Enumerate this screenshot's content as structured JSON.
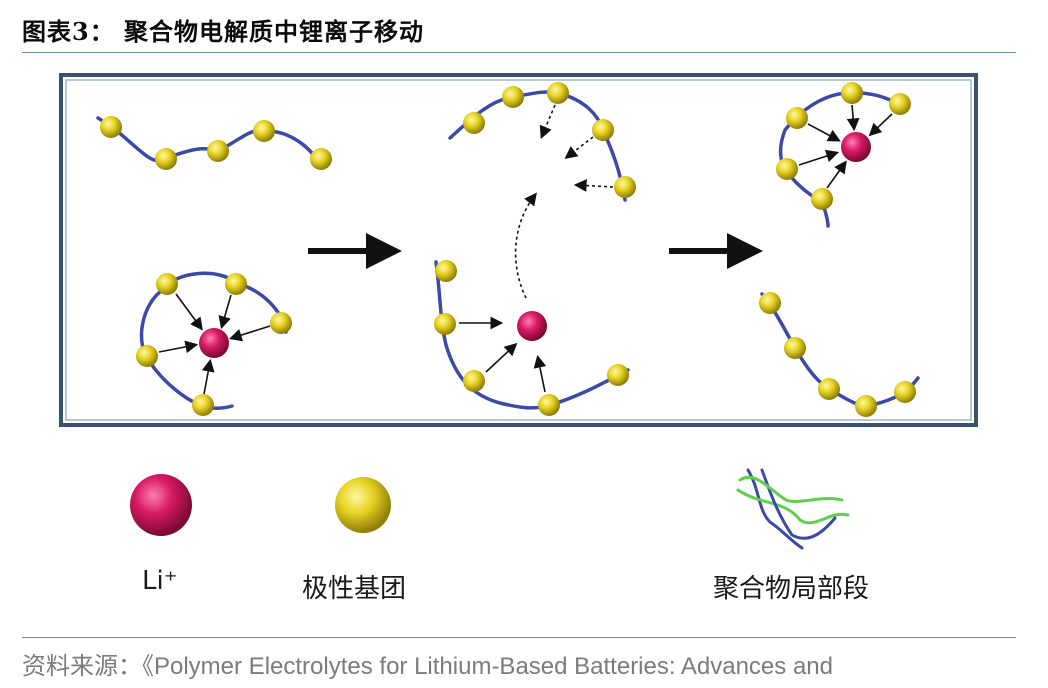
{
  "figure": {
    "title": "图表3：   聚合物电解质中锂离子移动"
  },
  "legend": {
    "li_label": "Li⁺",
    "polar_group_label": "极性基团",
    "polymer_segment_label": "聚合物局部段"
  },
  "source": {
    "label": "资料来源：",
    "text": "《Polymer Electrolytes for Lithium-Based Batteries: Advances and"
  },
  "colors": {
    "frame_border": "#3a5170",
    "frame_inner": "#9db4cf",
    "chain": "#3b49a8",
    "polar_group": "#e2d21e",
    "li_ion": "#d81a66",
    "rule": "#6d8fb5"
  }
}
